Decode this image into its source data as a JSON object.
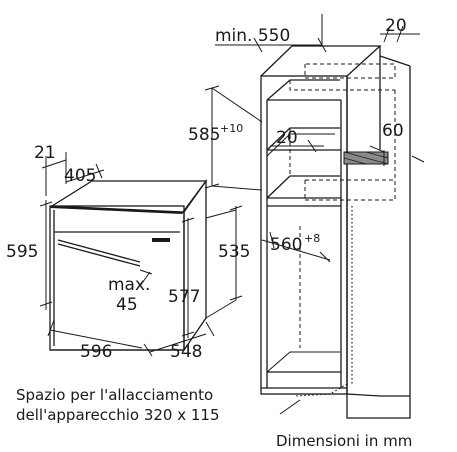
{
  "cabinet": {
    "dim_min_width": "min. 550",
    "dim_panel": "20",
    "dim_height_main": "585",
    "dim_height_tol": "+10",
    "dim_inner_gap": "20",
    "dim_depth_gap": "60",
    "dim_inner_width_main": "560",
    "dim_inner_width_tol": "+8"
  },
  "oven": {
    "dim_top_offset": "21",
    "dim_inner_width": "405",
    "dim_front_height": "595",
    "dim_body_height": "535",
    "dim_cavity_height": "577",
    "dim_max_label": "max.",
    "dim_max_value": "45",
    "dim_front_width": "596",
    "dim_depth": "548"
  },
  "notes": {
    "connection_line1": "Spazio per l'allacciamento",
    "connection_line2": "dell'apparecchio 320 x 115",
    "units": "Dimensioni in mm"
  }
}
